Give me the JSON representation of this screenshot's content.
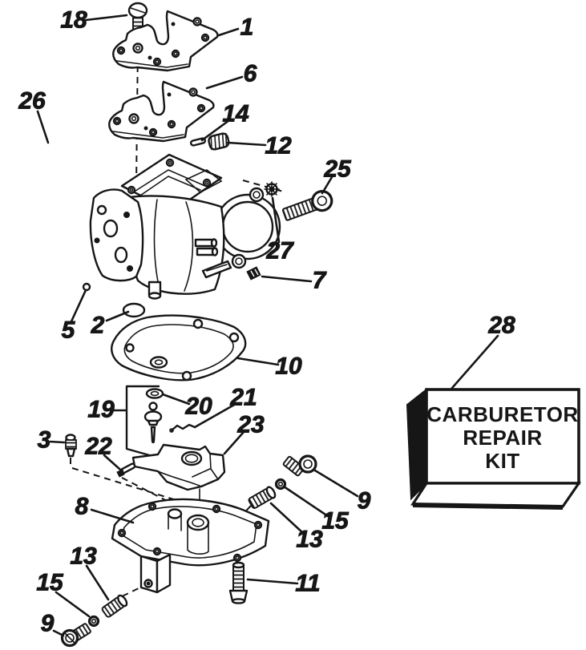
{
  "colors": {
    "ink": "#161616",
    "paper": "#ffffff"
  },
  "kit_box": {
    "line1": "CARBURETOR",
    "line2": "REPAIR",
    "line3": "KIT"
  },
  "callouts": {
    "n18": "18",
    "n1": "1",
    "n6": "6",
    "n26": "26",
    "n14": "14",
    "n12": "12",
    "n25": "25",
    "n27": "27",
    "n7": "7",
    "n5": "5",
    "n2": "2",
    "n10": "10",
    "n19": "19",
    "n20": "20",
    "n21": "21",
    "n23": "23",
    "n3": "3",
    "n22": "22",
    "n8": "8",
    "n9_right": "9",
    "n15_right": "15",
    "n13_right": "13",
    "n11": "11",
    "n13_left": "13",
    "n15_left": "15",
    "n9_left": "9",
    "n28": "28"
  }
}
